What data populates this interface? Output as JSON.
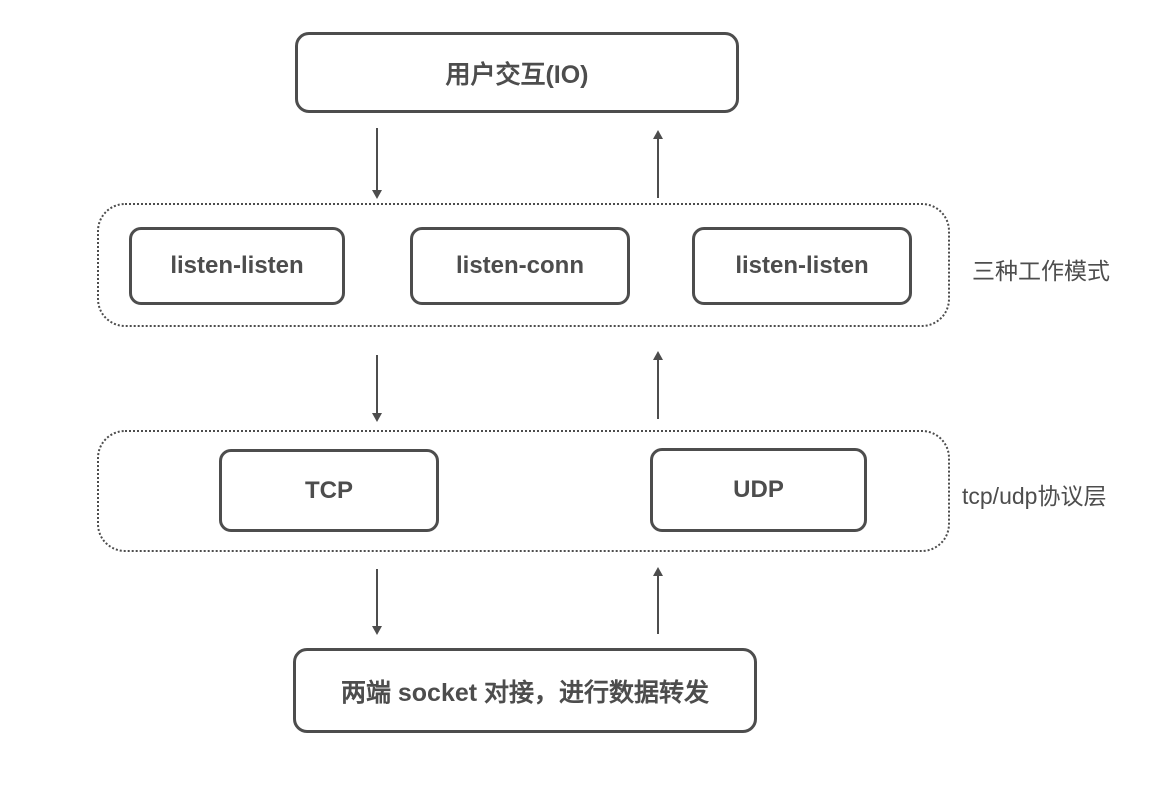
{
  "diagram": {
    "background": "#ffffff",
    "stroke_color": "#4d4d4d",
    "top_node": {
      "label": "用户交互(IO)"
    },
    "modes_group": {
      "annotation": "三种工作模式",
      "items": [
        {
          "label": "listen-listen"
        },
        {
          "label": "listen-conn"
        },
        {
          "label": "listen-listen"
        }
      ]
    },
    "protocol_group": {
      "annotation": "tcp/udp协议层",
      "items": [
        {
          "label": "TCP"
        },
        {
          "label": "UDP"
        }
      ]
    },
    "bottom_node": {
      "label": "两端 socket 对接，进行数据转发"
    },
    "arrows": [
      {
        "name": "io-to-modes",
        "direction": "down"
      },
      {
        "name": "modes-to-io",
        "direction": "up"
      },
      {
        "name": "modes-to-protocol",
        "direction": "down"
      },
      {
        "name": "protocol-to-modes",
        "direction": "up"
      },
      {
        "name": "protocol-to-socket",
        "direction": "down"
      },
      {
        "name": "socket-to-protocol",
        "direction": "up"
      }
    ]
  }
}
